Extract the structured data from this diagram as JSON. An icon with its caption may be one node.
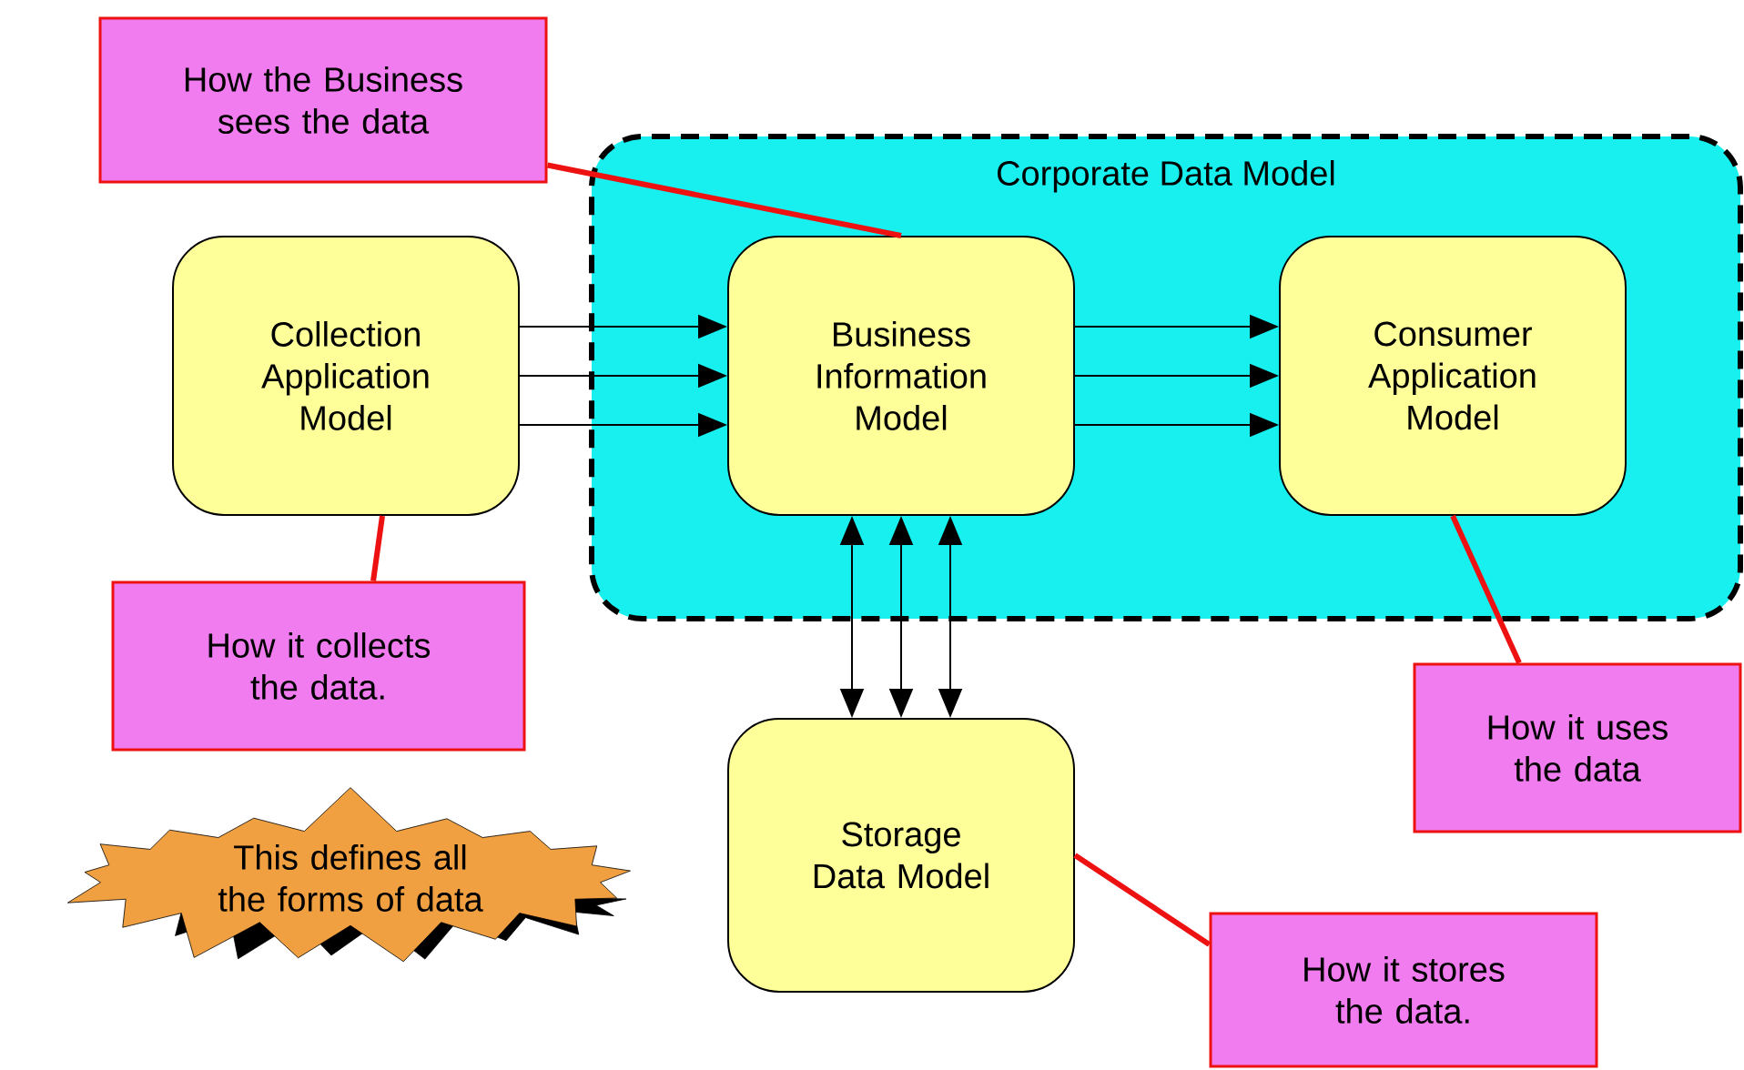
{
  "diagram": {
    "nodes": [
      {
        "text": [
          "How the Business sees the data"
        ]
      },
      {
        "text": [
          "Corporate Data Model"
        ]
      },
      {
        "text": [
          "Collection Application Model"
        ]
      },
      {
        "text": [
          "Business Information Model"
        ],
        "in": 1
      },
      {
        "text": [
          "Consumer Application Model"
        ],
        "in": 1
      },
      {
        "text": [
          "How it collects the data."
        ]
      },
      {
        "text": [
          "How it uses the data"
        ]
      },
      {
        "text": [
          "This defines all the forms of data"
        ]
      },
      {
        "text": [
          "Storage Data Model"
        ]
      },
      {
        "text": [
          "How it stores the data."
        ]
      }
    ],
    "edges": [
      {
        "from": 2,
        "to": 3,
        "arrow": "to"
      },
      {
        "from": 2,
        "to": 3,
        "arrow": "to"
      },
      {
        "from": 2,
        "to": 3,
        "arrow": "to"
      },
      {
        "from": 3,
        "to": 4,
        "arrow": "to"
      },
      {
        "from": 3,
        "to": 4,
        "arrow": "to"
      },
      {
        "from": 3,
        "to": 4,
        "arrow": "to"
      },
      {
        "from": 3,
        "to": 8,
        "arrow": "both"
      },
      {
        "from": 3,
        "to": 8,
        "arrow": "both"
      },
      {
        "from": 3,
        "to": 8,
        "arrow": "both"
      },
      {
        "from": 0,
        "to": 3,
        "arrow": "none",
        "style": "thick",
        "color": "#ee1111"
      },
      {
        "from": 5,
        "to": 2,
        "arrow": "none",
        "style": "thick",
        "color": "#ee1111"
      },
      {
        "from": 6,
        "to": 4,
        "arrow": "none",
        "style": "thick",
        "color": "#ee1111"
      },
      {
        "from": 9,
        "to": 8,
        "arrow": "none",
        "style": "thick",
        "color": "#ee1111"
      }
    ]
  }
}
